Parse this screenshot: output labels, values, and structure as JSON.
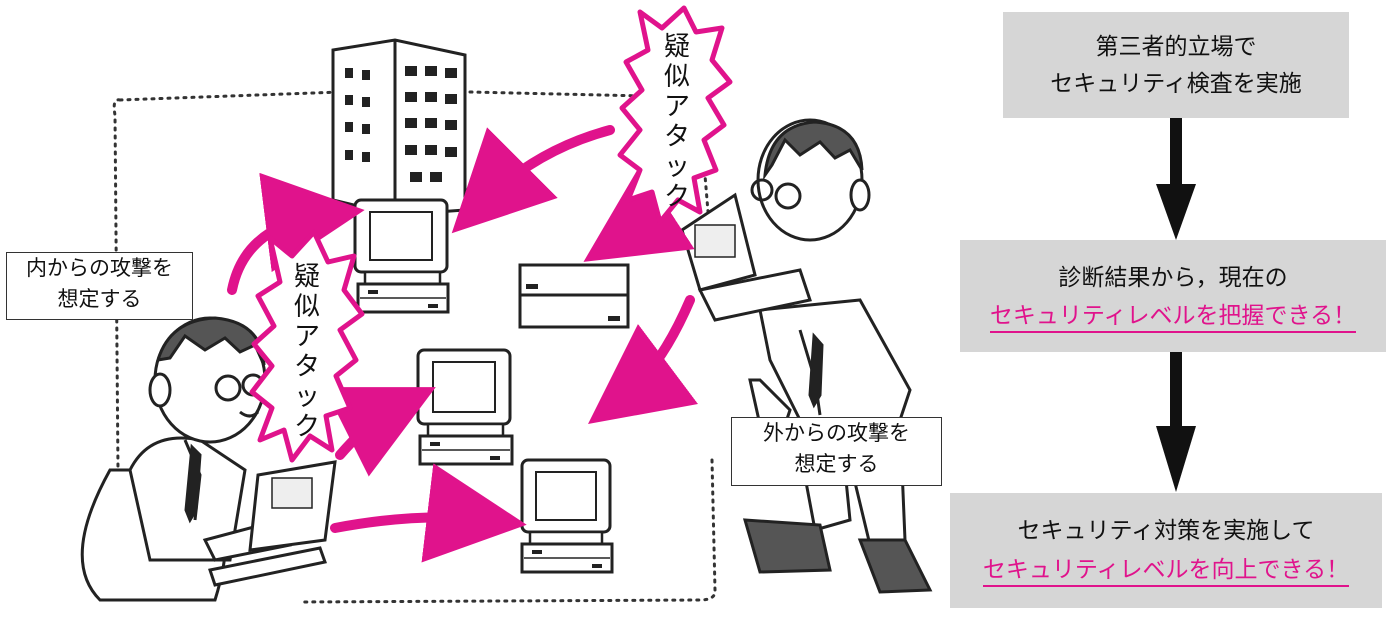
{
  "illustration": {
    "inside_label": {
      "line1": "内からの攻撃を",
      "line2": "想定する"
    },
    "outside_label": {
      "line1": "外からの攻撃を",
      "line2": "想定する"
    },
    "attack_text": "疑似アタック",
    "colors": {
      "arrow": "#e0138c",
      "outline": "#222222"
    }
  },
  "flow": {
    "step1": {
      "line1": "第三者的立場で",
      "line2": "セキュリティ検査を実施"
    },
    "step2": {
      "line1": "診断結果から，現在の",
      "line2": "セキュリティレベルを把握できる！"
    },
    "step3": {
      "line1": "セキュリティ対策を実施して",
      "line2": "セキュリティレベルを向上できる！"
    },
    "colors": {
      "box": "#d6d6d6",
      "highlight": "#e0138c",
      "arrow": "#111111"
    }
  }
}
